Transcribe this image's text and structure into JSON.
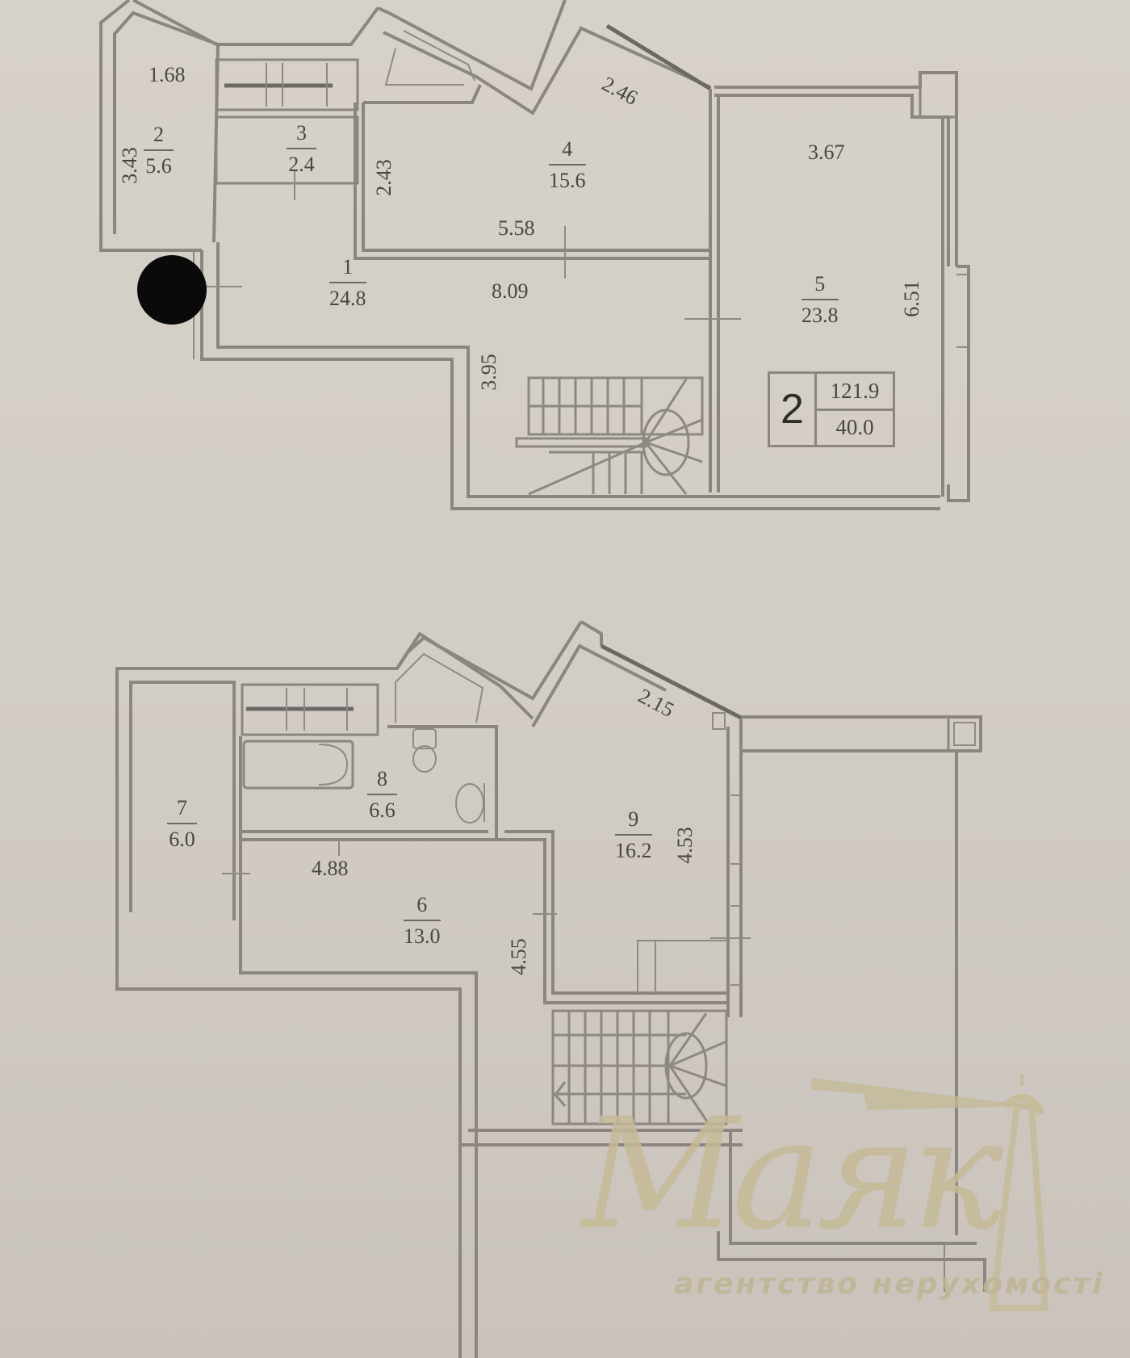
{
  "upper_level": {
    "rooms": [
      {
        "num": "1",
        "area": "24.8"
      },
      {
        "num": "2",
        "area": "5.6"
      },
      {
        "num": "3",
        "area": "2.4"
      },
      {
        "num": "4",
        "area": "15.6"
      },
      {
        "num": "5",
        "area": "23.8"
      }
    ],
    "dimensions": {
      "d_1_68": "1.68",
      "d_3_43": "3.43",
      "d_2_43": "2.43",
      "d_2_46": "2.46",
      "d_5_58": "5.58",
      "d_8_09": "8.09",
      "d_3_95": "3.95",
      "d_3_67": "3.67",
      "d_6_51": "6.51"
    },
    "summary": {
      "rooms_count": "2",
      "total_area": "121.9",
      "living_area": "40.0"
    }
  },
  "lower_level": {
    "rooms": [
      {
        "num": "6",
        "area": "13.0"
      },
      {
        "num": "7",
        "area": "6.0"
      },
      {
        "num": "8",
        "area": "6.6"
      },
      {
        "num": "9",
        "area": "16.2"
      }
    ],
    "dimensions": {
      "d_2_15": "2.15",
      "d_4_88": "4.88",
      "d_4_55": "4.55",
      "d_4_53": "4.53"
    }
  },
  "watermark": {
    "brand": "Маяк",
    "tagline": "агентство нерухомості",
    "color": "#c4ba96"
  },
  "colors": {
    "paper": "#d3cec6",
    "wall": "#8b8680",
    "text": "#4a4743"
  }
}
